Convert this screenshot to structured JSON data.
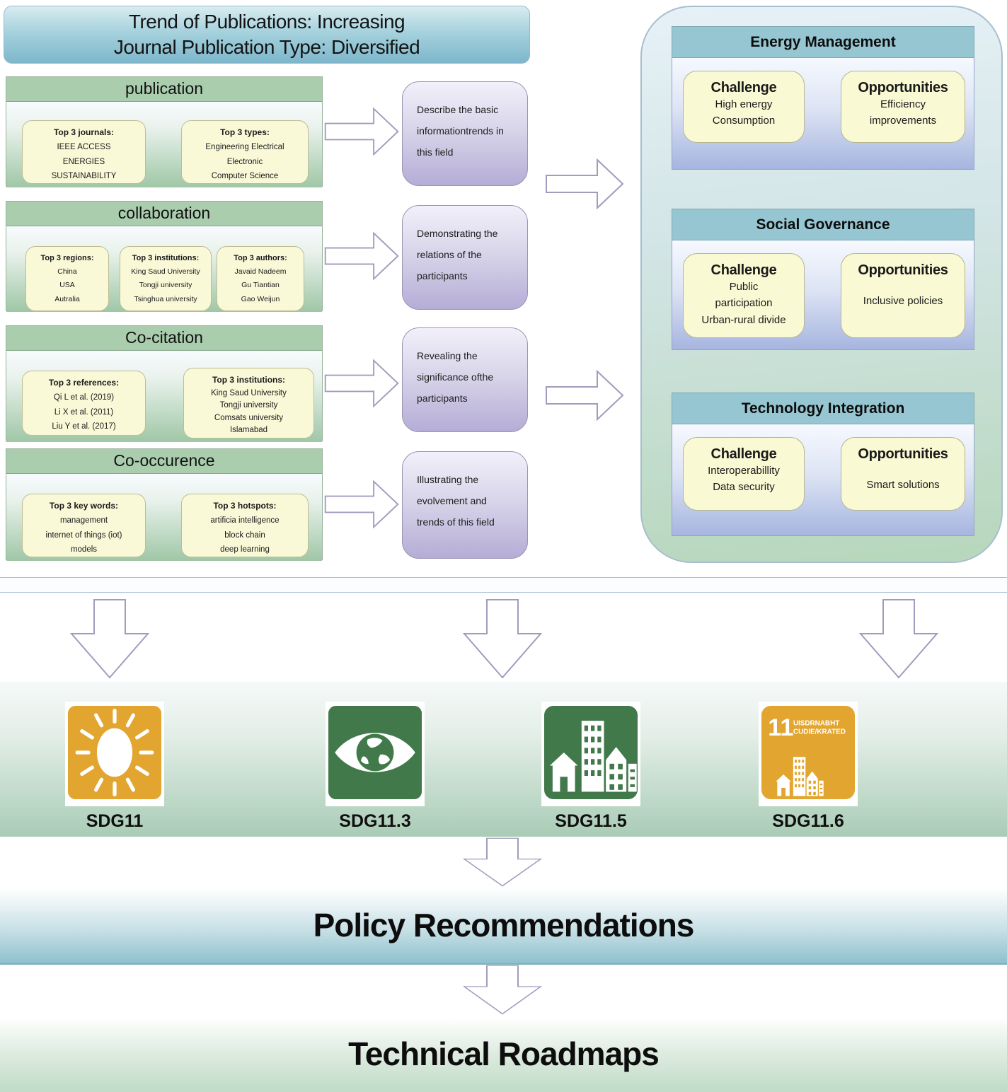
{
  "header": {
    "line1": "Trend of Publications: Increasing",
    "line2": "Journal Publication Type: Diversified"
  },
  "left_sections": [
    {
      "title": "publication",
      "boxes": [
        {
          "title": "Top 3 journals:",
          "items": [
            "IEEE ACCESS",
            "ENERGIES",
            "SUSTAINABILITY"
          ]
        },
        {
          "title": "Top 3 types:",
          "items": [
            "Engineering Electrical",
            "Electronic",
            "Computer Science"
          ]
        }
      ]
    },
    {
      "title": "collaboration",
      "boxes": [
        {
          "title": "Top 3 regions:",
          "items": [
            "China",
            "USA",
            "Autralia"
          ]
        },
        {
          "title": "Top 3 institutions:",
          "items": [
            "King Saud University",
            "Tongji university",
            "Tsinghua university"
          ]
        },
        {
          "title": "Top 3 authors:",
          "items": [
            "Javaid Nadeem",
            "Gu Tiantian",
            "Gao Weijun"
          ]
        }
      ]
    },
    {
      "title": "Co-citation",
      "boxes": [
        {
          "title": "Top 3 references:",
          "items": [
            "Qi L et al. (2019)",
            "Li X et al. (2011)",
            "Liu Y et al. (2017)"
          ]
        },
        {
          "title": "Top 3 institutions:",
          "items": [
            "King Saud University",
            "Tongji university",
            "Comsats university",
            "Islamabad"
          ]
        }
      ]
    },
    {
      "title": "Co-occurence",
      "boxes": [
        {
          "title": "Top 3 key words:",
          "items": [
            "management",
            "internet of things (iot)",
            "models"
          ]
        },
        {
          "title": "Top 3 hotspots:",
          "items": [
            "artificia intelligence",
            "block chain",
            "deep learning"
          ]
        }
      ]
    }
  ],
  "process_notes": [
    {
      "lines": [
        "Describe the basic",
        "informationtrends in",
        "this field"
      ]
    },
    {
      "lines": [
        "Demonstrating the",
        "relations of the",
        "participants"
      ]
    },
    {
      "lines": [
        "Revealing the",
        "significance ofthe",
        "participants"
      ]
    },
    {
      "lines": [
        "Illustrating the",
        "evolvement and",
        "trends of this field"
      ]
    }
  ],
  "right_panel": {
    "sections": [
      {
        "title": "Energy Management",
        "challenge": {
          "title": "Challenge",
          "lines": [
            "High energy",
            "Consumption"
          ]
        },
        "opportunities": {
          "title": "Opportunities",
          "lines": [
            "Efficiency",
            "improvements"
          ]
        }
      },
      {
        "title": "Social Governance",
        "challenge": {
          "title": "Challenge",
          "lines": [
            "Public",
            "participation",
            "Urban-rural divide"
          ]
        },
        "opportunities": {
          "title": "Opportunities",
          "lines": [
            "Inclusive policies"
          ]
        }
      },
      {
        "title": "Technology Integration",
        "challenge": {
          "title": "Challenge",
          "lines": [
            "Interoperabillity",
            "Data security"
          ]
        },
        "opportunities": {
          "title": "Opportunities",
          "lines": [
            "Smart solutions"
          ]
        }
      }
    ]
  },
  "sdg_row": [
    {
      "label": "SDG11"
    },
    {
      "label": "SDG11.3"
    },
    {
      "label": "SDG11.5"
    },
    {
      "label": "SDG11.6",
      "icon_text": {
        "number": "11",
        "line1": "UISDRNABHT",
        "line2": "CUDIE/KRATED"
      }
    }
  ],
  "banners": {
    "policy": "Policy Recommendations",
    "technical": "Technical Roadmaps"
  },
  "colors": {
    "sdg_orange": "#e2a52f",
    "sdg_green": "#41794a",
    "section_green": "#a9cdad",
    "panel_header_teal": "#96c6d2",
    "note_purple": "#b5add6",
    "highlight_yellow": "#f9f9d8",
    "banner_blue": "#8ec1cd"
  }
}
